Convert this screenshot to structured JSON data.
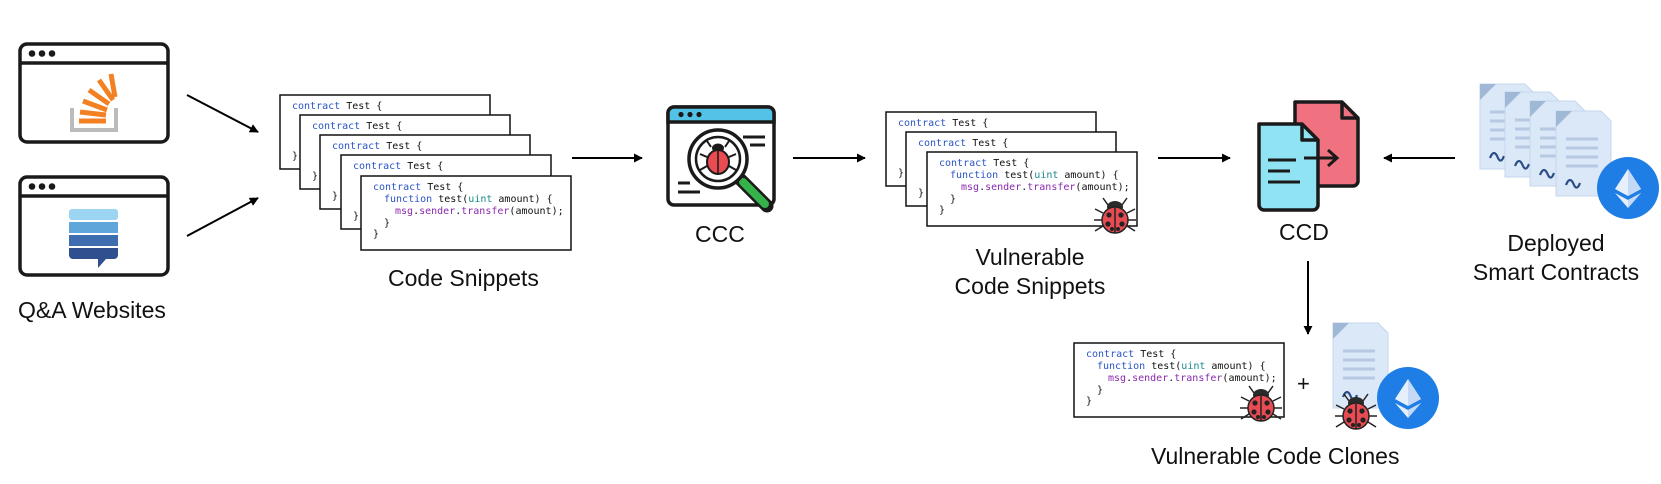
{
  "labels": {
    "qa_websites": "Q&A Websites",
    "code_snippets": "Code Snippets",
    "ccc": "CCC",
    "vulnerable_snippets_line1": "Vulnerable",
    "vulnerable_snippets_line2": "Code Snippets",
    "ccd": "CCD",
    "deployed_line1": "Deployed",
    "deployed_line2": "Smart Contracts",
    "clones": "Vulnerable Code Clones",
    "plus": "+"
  },
  "code": {
    "kw_contract": "contract",
    "contract_name": " Test {",
    "kw_function": "function",
    "fn_sig_a": " test(",
    "ty_uint": "uint",
    "fn_sig_b": " amount) {",
    "msg": "msg",
    "sender_a": ".",
    "sender": "sender",
    "sender_b": ".",
    "transfer": "transfer",
    "transfer_args": "(amount);",
    "close_inner": "}",
    "close_outer": "}"
  },
  "icons": {
    "qa_site_1": "stackoverflow-icon",
    "qa_site_2": "stackexchange-icon",
    "ccc": "bug-magnifier-icon",
    "ccd": "file-compare-icon",
    "contracts": "ethereum-contract-icon",
    "vulnerability": "ladybug-icon"
  },
  "colors": {
    "stackoverflow_orange": "#f48024",
    "stackexchange_blue": "#3e6eb0",
    "ethereum_blue": "#1f7de6",
    "doc_cyan": "#8fe3f2",
    "doc_red": "#f07280",
    "bug_red": "#e84c52",
    "keyword_blue": "#2a55c8",
    "type_teal": "#1a8a8a",
    "member_purple": "#8a2ab0"
  }
}
